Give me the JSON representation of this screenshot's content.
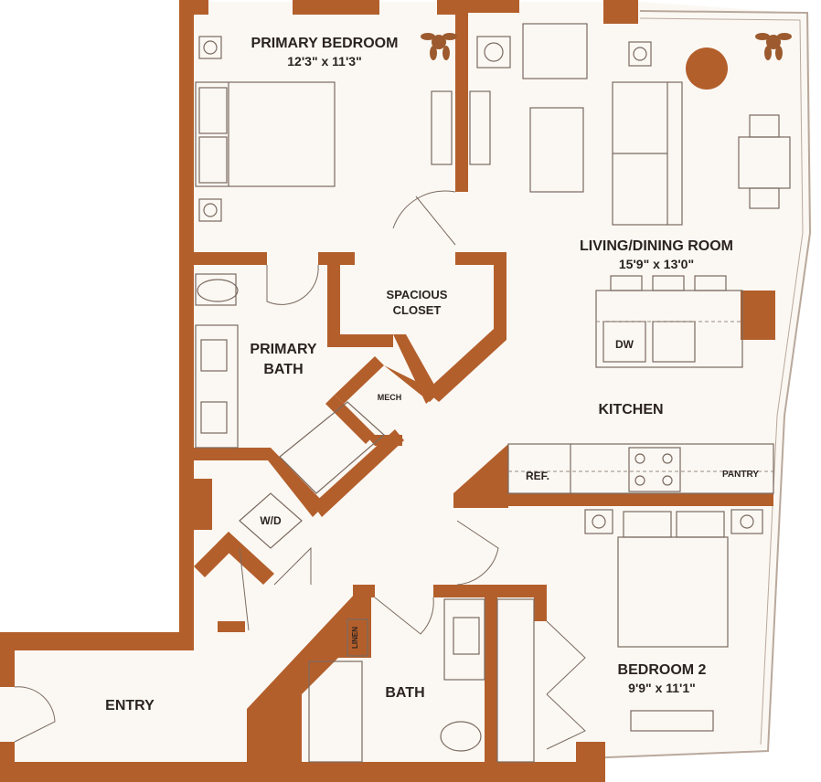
{
  "rooms": {
    "primary_bedroom": {
      "name": "PRIMARY BEDROOM",
      "dims": "12'3\" x 11'3\""
    },
    "living_dining": {
      "name": "LIVING/DINING ROOM",
      "dims": "15'9\" x 13'0\""
    },
    "spacious_closet": {
      "line1": "SPACIOUS",
      "line2": "CLOSET"
    },
    "primary_bath": {
      "line1": "PRIMARY",
      "line2": "BATH"
    },
    "mech": "MECH",
    "kitchen": "KITCHEN",
    "wd": "W/D",
    "dw": "DW",
    "ref": "REF.",
    "pantry": "PANTRY",
    "linen": "LINEN",
    "bath": "BATH",
    "entry": "ENTRY",
    "bedroom2": {
      "name": "BEDROOM 2",
      "dims": "9'9\" x 11'1\""
    }
  },
  "colors": {
    "wall": "#b35f2c",
    "floor": "#fbf8f3",
    "text": "#2b2320",
    "furniture_stroke": "#7a6a60"
  }
}
